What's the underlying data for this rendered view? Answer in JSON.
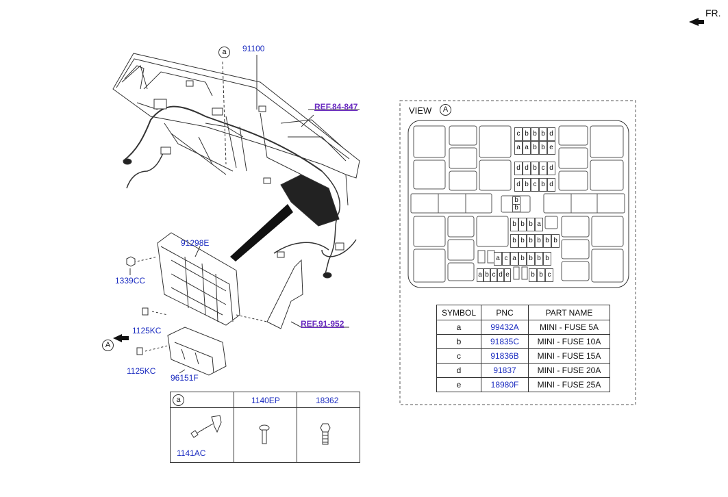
{
  "orientation": {
    "label": "FR."
  },
  "callouts": {
    "part_91100": "91100",
    "ref_84": "REF.84-847",
    "ref_91": "REF.91-952",
    "part_91298E": "91298E",
    "part_1339CC": "1339CC",
    "part_1125KC_top": "1125KC",
    "part_1125KC_bottom": "1125KC",
    "part_96151F": "96151F",
    "marker_a": "a",
    "view_marker": "A",
    "arrow_marker": "A"
  },
  "view": {
    "title": "VIEW",
    "marker": "A",
    "fuse_rows": [
      [
        "c",
        "b",
        "b",
        "b",
        "d"
      ],
      [
        "a",
        "a",
        "b",
        "b",
        "e"
      ],
      [
        "d",
        "d",
        "b",
        "c",
        "d"
      ],
      [
        "d",
        "b",
        "c",
        "b",
        "d"
      ],
      [
        "b",
        "b"
      ],
      [
        "b",
        "b",
        "b",
        "a"
      ],
      [
        "b",
        "b",
        "b",
        "b",
        "b",
        "b"
      ],
      [
        "a",
        "c",
        "a",
        "b",
        "b",
        "b",
        "b"
      ],
      [
        "a",
        "b",
        "c",
        "d",
        "e"
      ],
      [
        "b",
        "b",
        "c"
      ]
    ]
  },
  "parts_table": {
    "headers": [
      "SYMBOL",
      "PNC",
      "PART NAME"
    ],
    "rows": [
      {
        "symbol": "a",
        "pnc": "99432A",
        "name": "MINI - FUSE 5A"
      },
      {
        "symbol": "b",
        "pnc": "91835C",
        "name": "MINI - FUSE 10A"
      },
      {
        "symbol": "c",
        "pnc": "91836B",
        "name": "MINI - FUSE 15A"
      },
      {
        "symbol": "d",
        "pnc": "91837",
        "name": "MINI - FUSE 20A"
      },
      {
        "symbol": "e",
        "pnc": "18980F",
        "name": "MINI - FUSE 25A"
      }
    ]
  },
  "hardware": {
    "col1_marker": "a",
    "col2_header": "1140EP",
    "col3_header": "18362",
    "col1_part": "1141AC"
  },
  "colors": {
    "pnc_blue": "#1a2bc0",
    "ref_purple": "#6a2bc0",
    "line": "#333333"
  }
}
